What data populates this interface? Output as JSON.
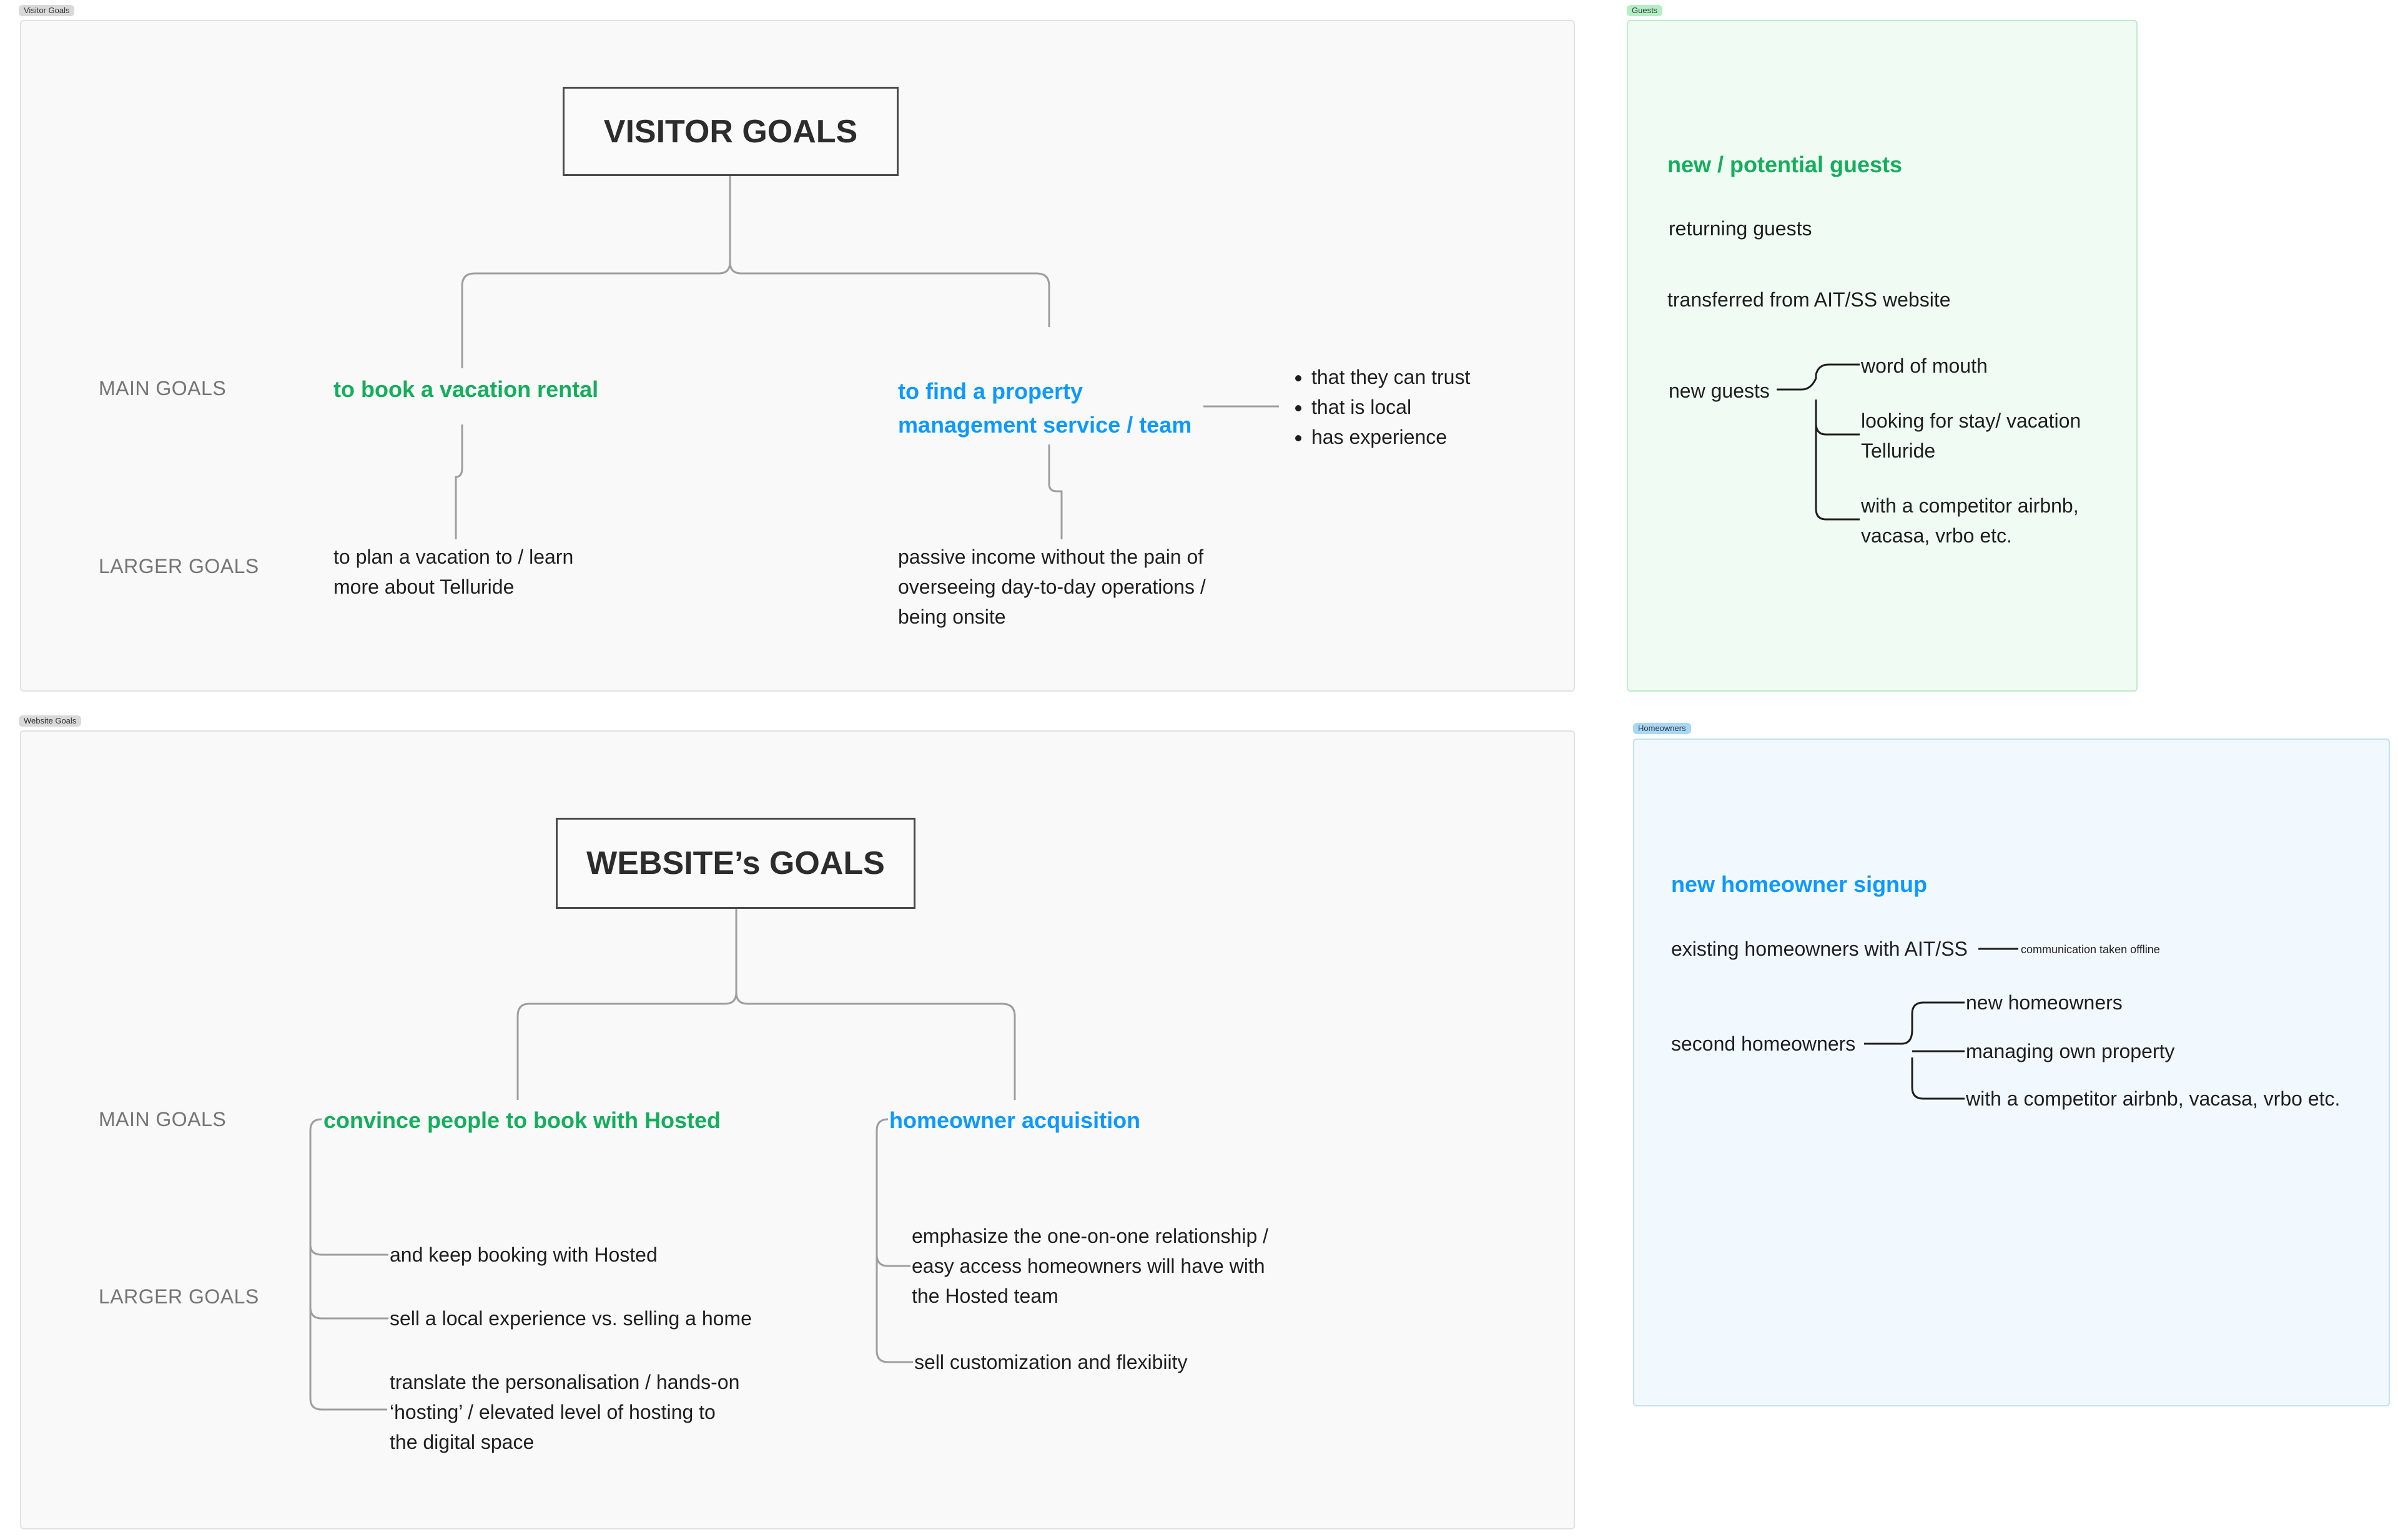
{
  "frames": {
    "visitor": {
      "label": "Visitor Goals",
      "bg": "#f9f9f9",
      "label_bg": "#d9d9d9"
    },
    "website": {
      "label": "Website Goals",
      "bg": "#f9f9f9",
      "label_bg": "#d9d9d9"
    },
    "guests": {
      "label": "Guests",
      "bg": "#f0fbf3",
      "border": "#bfeacb",
      "label_bg": "#b3efc4"
    },
    "homeowners": {
      "label": "Homeowners",
      "bg": "#f2f9fe",
      "border": "#bfe1f7",
      "label_bg": "#a8d8f8"
    }
  },
  "visitor": {
    "title": "VISITOR GOALS",
    "main_goals_label": "MAIN GOALS",
    "larger_goals_label": "LARGER GOALS",
    "goal_a": "to book a vacation rental",
    "goal_b_line1": "to find a property",
    "goal_b_line2": "management service / team",
    "bullets": [
      "that they can trust",
      "that is local",
      "has experience"
    ],
    "larger_a_line1": "to plan a vacation to / learn",
    "larger_a_line2": "more about Telluride",
    "larger_b_line1": "passive income without the pain of",
    "larger_b_line2": "overseeing day-to-day operations /",
    "larger_b_line3": "being onsite"
  },
  "website": {
    "title": "WEBSITE’s GOALS",
    "main_goals_label": "MAIN GOALS",
    "larger_goals_label": "LARGER GOALS",
    "goal_a": "convince people to book with Hosted",
    "goal_b": "homeowner acquisition",
    "a_item1": "and keep booking with Hosted",
    "a_item2": "sell a local experience vs. selling a home",
    "a_item3_line1": "translate the personalisation / hands-on",
    "a_item3_line2": "‘hosting’ / elevated level of hosting to",
    "a_item3_line3": "the digital space",
    "b_item1_line1": "emphasize the one-on-one relationship /",
    "b_item1_line2": "easy access homeowners will have with",
    "b_item1_line3": "the Hosted team",
    "b_item2": "sell customization and flexibiity"
  },
  "guests": {
    "heading": "new / potential guests",
    "returning": "returning guests",
    "transferred": "transferred from AIT/SS website",
    "new_guests": "new guests",
    "branch1": "word of mouth",
    "branch2_line1": "looking for stay/ vacation",
    "branch2_line2": "Telluride",
    "branch3_line1": "with a competitor airbnb,",
    "branch3_line2": "vacasa, vrbo etc."
  },
  "homeowners": {
    "heading": "new homeowner signup",
    "existing": "existing homeowners with AIT/SS",
    "existing_note": "communication taken offline",
    "second": "second homeowners",
    "branch1": "new homeowners",
    "branch2": "managing own property",
    "branch3": "with a competitor airbnb, vacasa, vrbo etc."
  }
}
